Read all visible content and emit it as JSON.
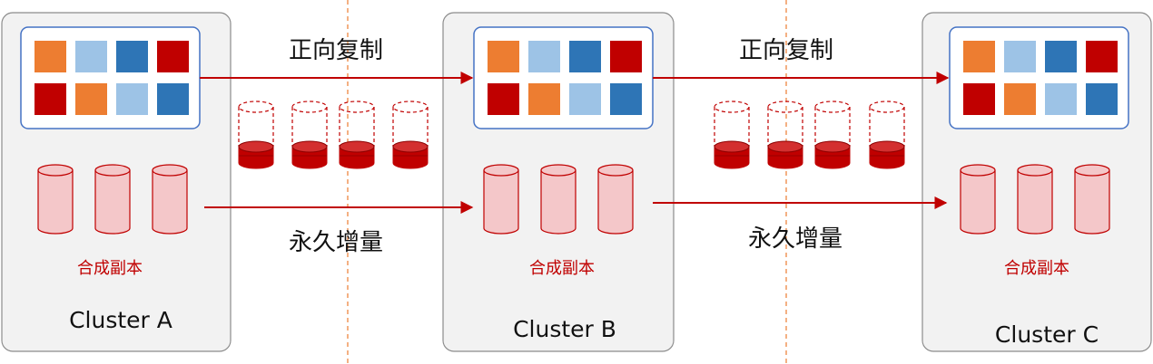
{
  "colors": {
    "orange": "#ed7d31",
    "light_blue": "#9dc3e6",
    "blue": "#2e75b6",
    "red": "#c00000",
    "cylinder_fill": "#f4c7c9",
    "cylinder_stroke": "#c00000"
  },
  "clusters": [
    {
      "name": "Cluster A",
      "replica_label": "合成副本",
      "grid": [
        [
          "orange",
          "light_blue",
          "blue",
          "red"
        ],
        [
          "red",
          "orange",
          "light_blue",
          "blue"
        ]
      ]
    },
    {
      "name": "Cluster B",
      "replica_label": "合成副本",
      "grid": [
        [
          "orange",
          "light_blue",
          "blue",
          "red"
        ],
        [
          "red",
          "orange",
          "light_blue",
          "blue"
        ]
      ]
    },
    {
      "name": "Cluster C",
      "replica_label": "合成副本",
      "grid": [
        [
          "orange",
          "light_blue",
          "blue",
          "red"
        ],
        [
          "red",
          "orange",
          "light_blue",
          "blue"
        ]
      ]
    }
  ],
  "flows": [
    {
      "forward_label": "正向复制",
      "incremental_label": "永久增量"
    },
    {
      "forward_label": "正向复制",
      "incremental_label": "永久增量"
    }
  ],
  "cylinders_per_cluster": 3,
  "transfer_cylinders_per_flow": 4
}
